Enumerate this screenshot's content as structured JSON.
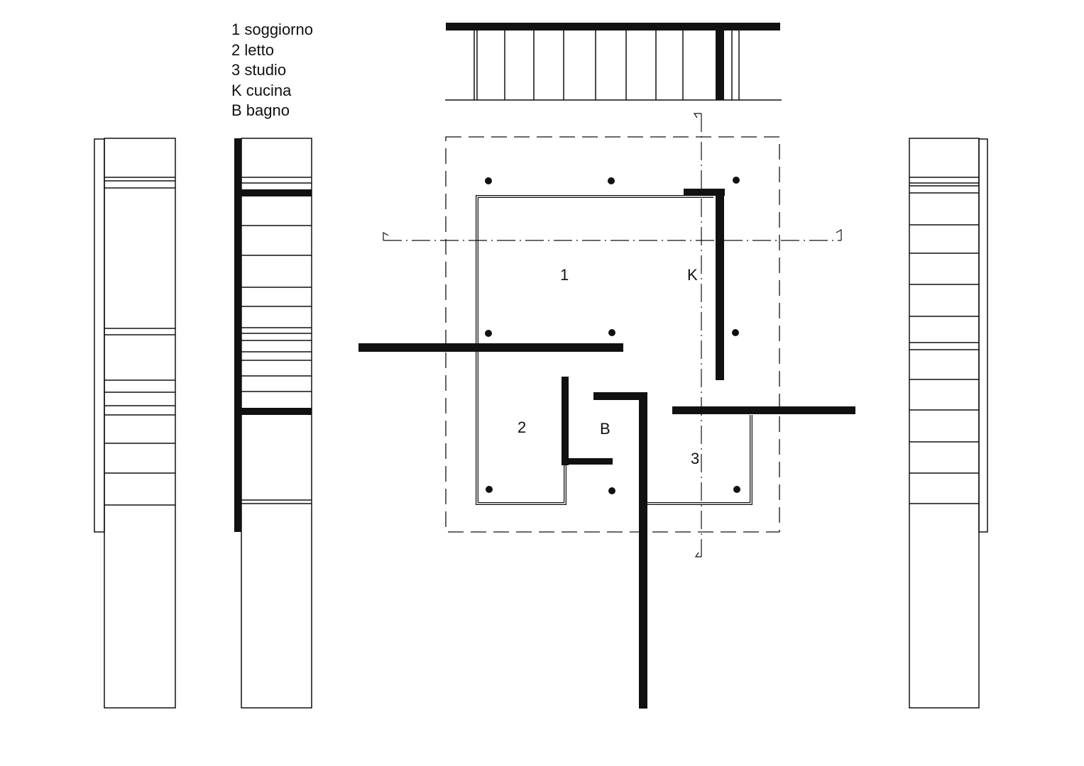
{
  "legend": [
    {
      "key": "1",
      "label": "1 soggiorno"
    },
    {
      "key": "2",
      "label": "2 letto"
    },
    {
      "key": "3",
      "label": "3 studio"
    },
    {
      "key": "K",
      "label": "K cucina"
    },
    {
      "key": "B",
      "label": "B bagno"
    }
  ],
  "plan_labels": {
    "room1": "1",
    "kitchen": "K",
    "room2": "2",
    "bath": "B",
    "room3": "3"
  },
  "colors": {
    "ink": "#111111",
    "paper": "#ffffff"
  }
}
